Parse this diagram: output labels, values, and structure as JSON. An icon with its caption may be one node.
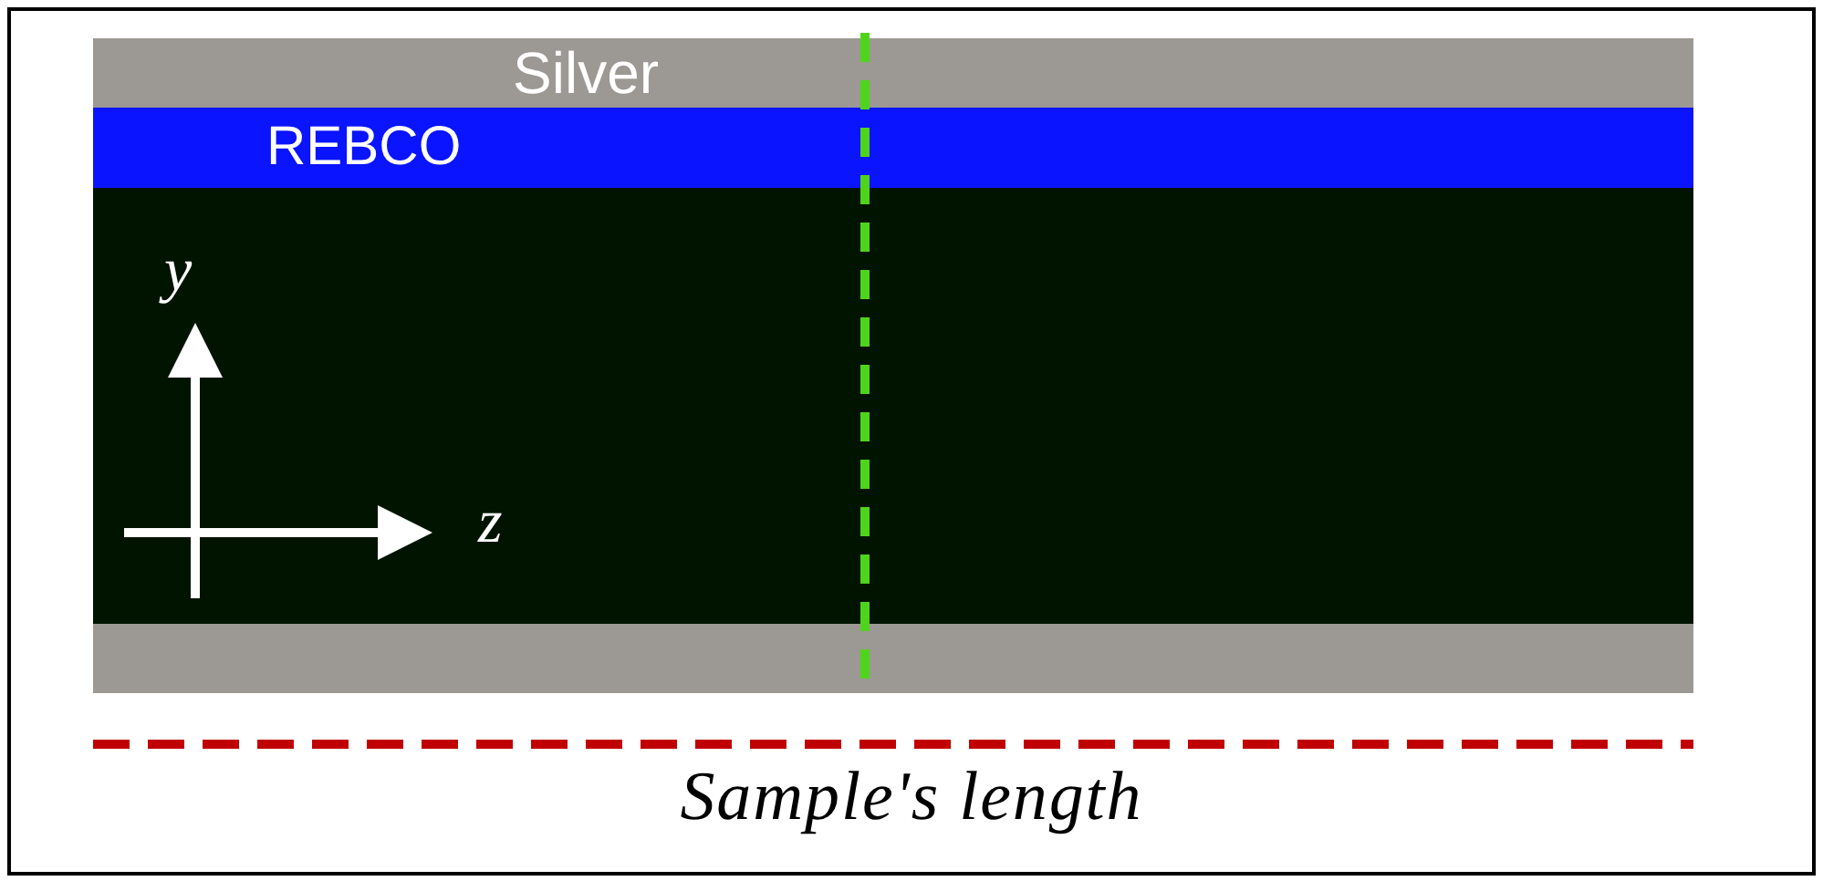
{
  "diagram": {
    "nodes": [
      {
        "text": [
          "Silver"
        ]
      },
      {
        "text": [
          "REBCO"
        ]
      },
      {
        "text": [],
        "shape": "bar"
      },
      {
        "text": [],
        "shape": "bar"
      }
    ],
    "edges": [],
    "labels": [
      "y",
      "z",
      "Sample's length"
    ]
  }
}
